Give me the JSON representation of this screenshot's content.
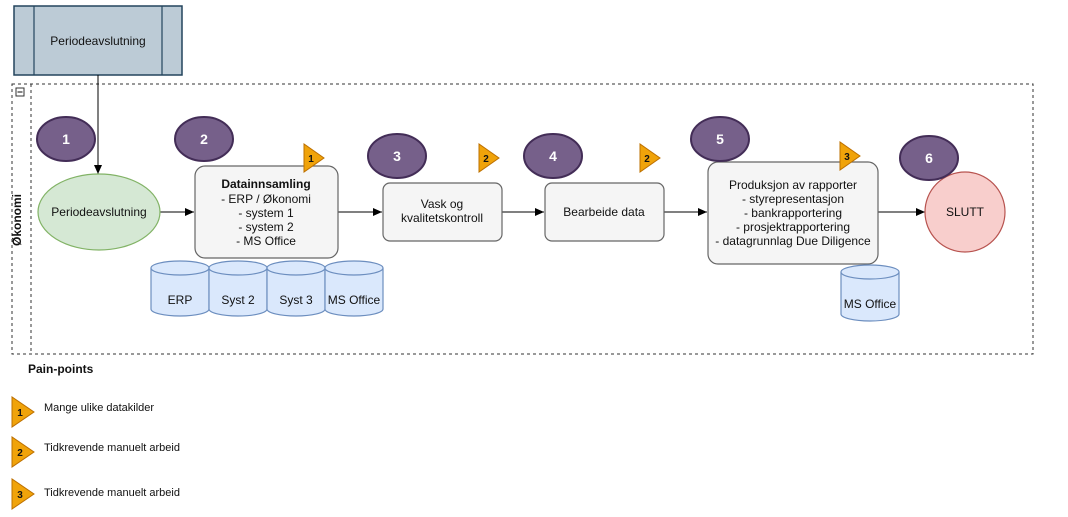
{
  "colors": {
    "top_box_fill": "#bccbd6",
    "top_box_stroke": "#23445d",
    "circle_fill": "#76608a",
    "circle_stroke": "#432d57",
    "start_fill": "#d5e8d4",
    "start_stroke": "#82b366",
    "end_fill": "#f8cecc",
    "end_stroke": "#b85450",
    "process_fill": "#f5f5f5",
    "process_stroke": "#666666",
    "db_fill": "#dae8fc",
    "db_stroke": "#6c8ebf",
    "marker_fill": "#f0a30a",
    "marker_stroke": "#bd7000"
  },
  "top_box": {
    "label": "Periodeavslutning"
  },
  "swimlane": {
    "label": "Økonomi",
    "collapse_icon": "minus-icon"
  },
  "steps": [
    {
      "number": "1"
    },
    {
      "number": "2"
    },
    {
      "number": "3"
    },
    {
      "number": "4"
    },
    {
      "number": "5"
    },
    {
      "number": "6"
    }
  ],
  "start_node": {
    "label": "Periodeavslutning"
  },
  "end_node": {
    "label": "SLUTT"
  },
  "processes": {
    "datainnsamling": {
      "title": "Datainnsamling",
      "lines": [
        "- ERP / Økonomi",
        "- system 1",
        "- system 2",
        "- MS Office"
      ]
    },
    "vask": {
      "lines": [
        "Vask og",
        "kvalitetskontroll"
      ]
    },
    "bearbeide": {
      "lines": [
        "Bearbeide data"
      ]
    },
    "produksjon": {
      "lines": [
        "Produksjon av rapporter",
        "- styrepresentasjon",
        "- bankrapportering",
        "- prosjektrapportering",
        "- datagrunnlag Due Diligence"
      ]
    }
  },
  "databases": [
    "ERP",
    "Syst 2",
    "Syst 3",
    "MS Office"
  ],
  "database_produksjon": "MS Office",
  "pain_markers": [
    "1",
    "2",
    "2",
    "3"
  ],
  "legend": {
    "title": "Pain-points",
    "items": [
      {
        "marker": "1",
        "text": "Mange ulike datakilder"
      },
      {
        "marker": "2",
        "text": "Tidkrevende manuelt arbeid"
      },
      {
        "marker": "3",
        "text": "Tidkrevende manuelt arbeid"
      }
    ]
  }
}
